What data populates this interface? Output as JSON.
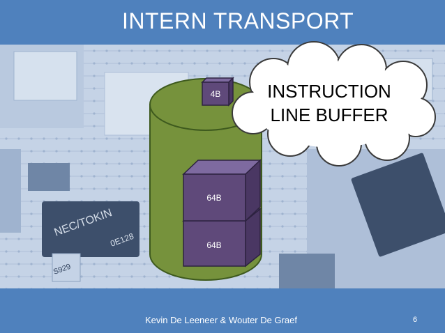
{
  "slide": {
    "title": "INTERN TRANSPORT",
    "footer": "Kevin De Leeneer & Wouter De Graef",
    "page_number": "6"
  },
  "diagram": {
    "cylinder_color": "#76923c",
    "block_color": "#5f497a",
    "small_block_label": "4B",
    "large_block_top_label": "64B",
    "large_block_bottom_label": "64B",
    "callout_line1": "INSTRUCTION",
    "callout_line2": "LINE BUFFER"
  },
  "photo_chip_labels": [
    "NEC/TOKIN",
    "0E128",
    "S929"
  ]
}
